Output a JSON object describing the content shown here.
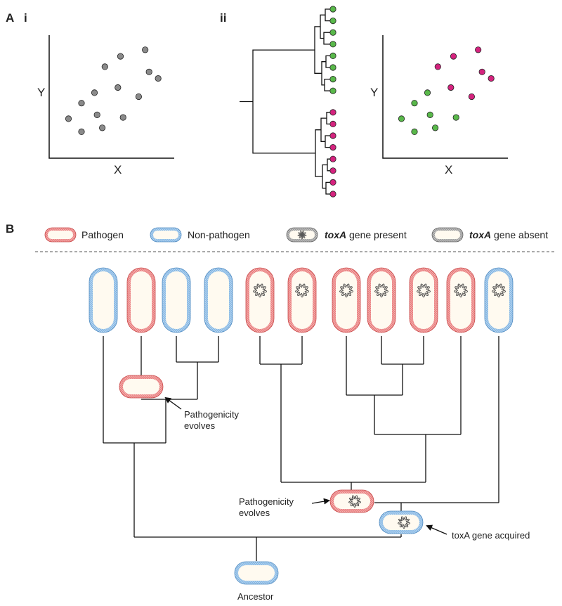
{
  "panels": {
    "A": "A",
    "A_i": "i",
    "A_ii": "ii",
    "B": "B"
  },
  "axes": {
    "x": "X",
    "y": "Y"
  },
  "colors": {
    "gray_point": "#8a8a8a",
    "green_point": "#59b84a",
    "magenta_point": "#d4237e",
    "pathogen": "#e87474",
    "non_pathogen": "#7fb2e0",
    "gene_marker": "#888888"
  },
  "scatter_points": [
    {
      "x": 1.0,
      "y": 2.6
    },
    {
      "x": 2.0,
      "y": 1.6
    },
    {
      "x": 2.0,
      "y": 3.8
    },
    {
      "x": 3.0,
      "y": 4.6
    },
    {
      "x": 3.2,
      "y": 2.9
    },
    {
      "x": 3.6,
      "y": 1.9
    },
    {
      "x": 3.8,
      "y": 6.6
    },
    {
      "x": 4.8,
      "y": 5.0
    },
    {
      "x": 5.0,
      "y": 7.4
    },
    {
      "x": 5.2,
      "y": 2.7
    },
    {
      "x": 6.4,
      "y": 4.3
    },
    {
      "x": 6.9,
      "y": 7.9
    },
    {
      "x": 7.2,
      "y": 6.2
    },
    {
      "x": 7.9,
      "y": 5.7
    }
  ],
  "scatter_groups": [
    "green",
    "green",
    "green",
    "green",
    "green",
    "green",
    "magenta",
    "magenta",
    "magenta",
    "green",
    "magenta",
    "magenta",
    "magenta",
    "magenta"
  ],
  "cladogram_tips": {
    "green": 8,
    "magenta": 8
  },
  "legend": [
    {
      "label": "Pathogen",
      "kind": "pathogen"
    },
    {
      "label": "Non-pathogen",
      "kind": "non-pathogen"
    },
    {
      "label_em": "toxA",
      "label_rest": " gene present",
      "kind": "gene-present"
    },
    {
      "label_em": "toxA",
      "label_rest": " gene absent",
      "kind": "gene-absent"
    }
  ],
  "tips": [
    {
      "type": "non-pathogen",
      "gene": false
    },
    {
      "type": "pathogen",
      "gene": false
    },
    {
      "type": "non-pathogen",
      "gene": false
    },
    {
      "type": "non-pathogen",
      "gene": false
    },
    {
      "type": "pathogen",
      "gene": true
    },
    {
      "type": "pathogen",
      "gene": true
    },
    {
      "type": "pathogen",
      "gene": true
    },
    {
      "type": "pathogen",
      "gene": true
    },
    {
      "type": "pathogen",
      "gene": true
    },
    {
      "type": "pathogen",
      "gene": true
    },
    {
      "type": "non-pathogen",
      "gene": true
    }
  ],
  "annotations": {
    "pathogenicity1_line1": "Pathogenicity",
    "pathogenicity1_line2": "evolves",
    "pathogenicity2_line1": "Pathogenicity",
    "pathogenicity2_line2": "evolves",
    "toxa_acquired": "toxA gene acquired",
    "ancestor": "Ancestor"
  }
}
